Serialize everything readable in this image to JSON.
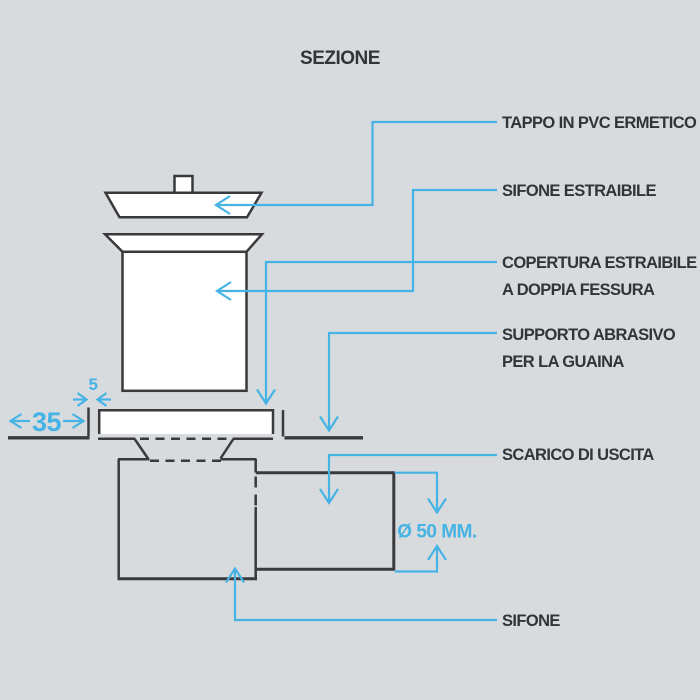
{
  "title": "SEZIONE",
  "colors": {
    "background": "#d8dbde",
    "line": "#3a3a3c",
    "accent": "#45b3e4",
    "label": "#333436"
  },
  "callouts": {
    "tappo": {
      "line1": "TAPPO IN PVC ERMETICO"
    },
    "sifone_estraibile": {
      "line1": "SIFONE ESTRAIBILE"
    },
    "copertura": {
      "line1": "COPERTURA ESTRAIBILE",
      "line2": "A DOPPIA FESSURA"
    },
    "supporto": {
      "line1": "SUPPORTO ABRASIVO",
      "line2": "PER LA GUAINA"
    },
    "scarico": {
      "line1": "SCARICO DI USCITA"
    },
    "sifone": {
      "line1": "SIFONE"
    }
  },
  "dimensions": {
    "membrane_overlap": "35",
    "edge_gap": "5",
    "outlet_diameter": "Ø 50 MM."
  }
}
